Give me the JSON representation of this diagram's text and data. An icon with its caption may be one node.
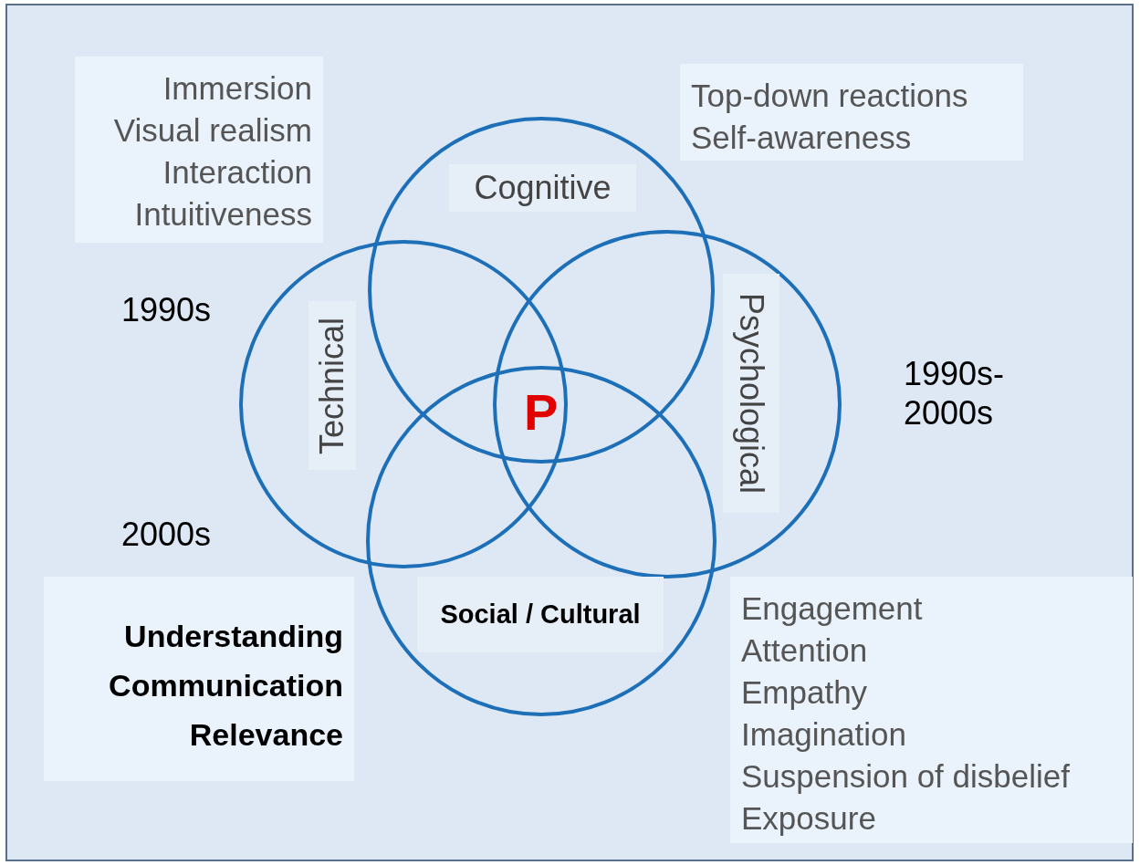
{
  "diagram": {
    "nodes": [
      {
        "text": [
          "Cognitive"
        ]
      },
      {
        "text": [
          "Technical"
        ]
      },
      {
        "text": [
          "Psychological"
        ]
      },
      {
        "text": [
          "Social / Cultural"
        ]
      },
      {
        "text": [
          "Immersion",
          "Visual realism",
          "Interaction",
          "Intuitiveness"
        ]
      },
      {
        "text": [
          "Top-down reactions",
          "Self-awareness"
        ]
      },
      {
        "text": [
          "Engagement",
          "Attention",
          "Empathy",
          "Imagination",
          "Suspension of disbelief",
          "Exposure"
        ]
      },
      {
        "text": [
          "Understanding",
          "Communication",
          "Relevance"
        ]
      }
    ],
    "edges": [],
    "labels": [
      "1990s",
      "P",
      "1990s- 2000s",
      "2000s"
    ]
  }
}
